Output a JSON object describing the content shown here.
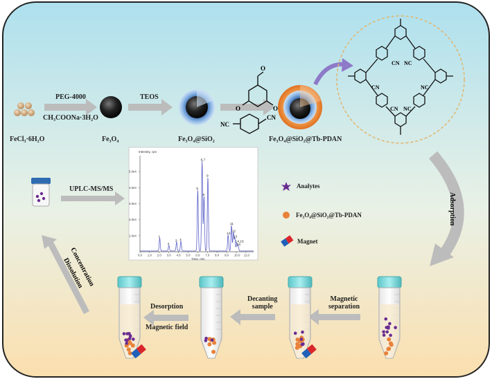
{
  "reagents": {
    "precursor": "FeCl₃·6H₂O",
    "step1_top": "PEG-4000",
    "step1_bottom": "CH₃COONa·3H₂O",
    "core": "Fe₃O₄",
    "step2": "TEOS",
    "silica": "Fe₃O₄@SiO₂",
    "product": "Fe₃O₄@SiO₂@Tb-PDAN"
  },
  "cof": {
    "cn_label": "CN",
    "nc_label": "NC",
    "o_label": "O"
  },
  "legend": [
    {
      "label": "Analytes",
      "color": "#6a2c91"
    },
    {
      "label": "Fe₃O₄@SiO₂@Tb-PDAN",
      "color": "#e8823a"
    },
    {
      "label": "Magnet",
      "color": "#d9262b"
    }
  ],
  "process": {
    "adsorption": "Adsorption",
    "magnetic_separation": [
      "Magnetic",
      "separation"
    ],
    "decanting": [
      "Decanting",
      "sample"
    ],
    "desorption": "Desorption",
    "magnetic_field": "Magnetic field",
    "concentration": "Concentration",
    "dissolution": "Dissolution",
    "analysis": "UPLC-MS/MS"
  },
  "chart_data": {
    "type": "line",
    "ylabel": "Intensity, cps",
    "xlabel": "Time, min",
    "xlim": [
      0,
      11.8
    ],
    "ylim": [
      0,
      6.0
    ],
    "y_tick_labels": [
      "1.0e4",
      "2.0e4",
      "3.0e4",
      "4.0e4",
      "5.0e4"
    ],
    "x_tick_labels": [
      "0.0",
      "1.0",
      "2.0",
      "3.0",
      "4.0",
      "5.0",
      "6.0",
      "7.0",
      "8.0",
      "9.0",
      "10.0",
      "11.0"
    ],
    "peaks": [
      {
        "label": "1",
        "x": 2.05,
        "y": 0.8
      },
      {
        "label": "2",
        "x": 3.0,
        "y": 0.35
      },
      {
        "label": "3",
        "x": 3.8,
        "y": 0.55
      },
      {
        "label": "4",
        "x": 4.25,
        "y": 0.6
      },
      {
        "label": "5",
        "x": 6.0,
        "y": 3.8
      },
      {
        "label": "6,7",
        "x": 6.45,
        "y": 5.6
      },
      {
        "label": "8",
        "x": 6.65,
        "y": 3.4
      },
      {
        "label": "9",
        "x": 7.05,
        "y": 4.6
      },
      {
        "label": "10",
        "x": 9.15,
        "y": 1.0
      },
      {
        "label": "11",
        "x": 9.5,
        "y": 1.6
      },
      {
        "label": "12",
        "x": 9.7,
        "y": 1.15
      },
      {
        "label": "13",
        "x": 9.85,
        "y": 0.8
      },
      {
        "label": "14,15",
        "x": 10.05,
        "y": 0.5
      },
      {
        "label": "16",
        "x": 10.2,
        "y": 0.3
      }
    ]
  }
}
